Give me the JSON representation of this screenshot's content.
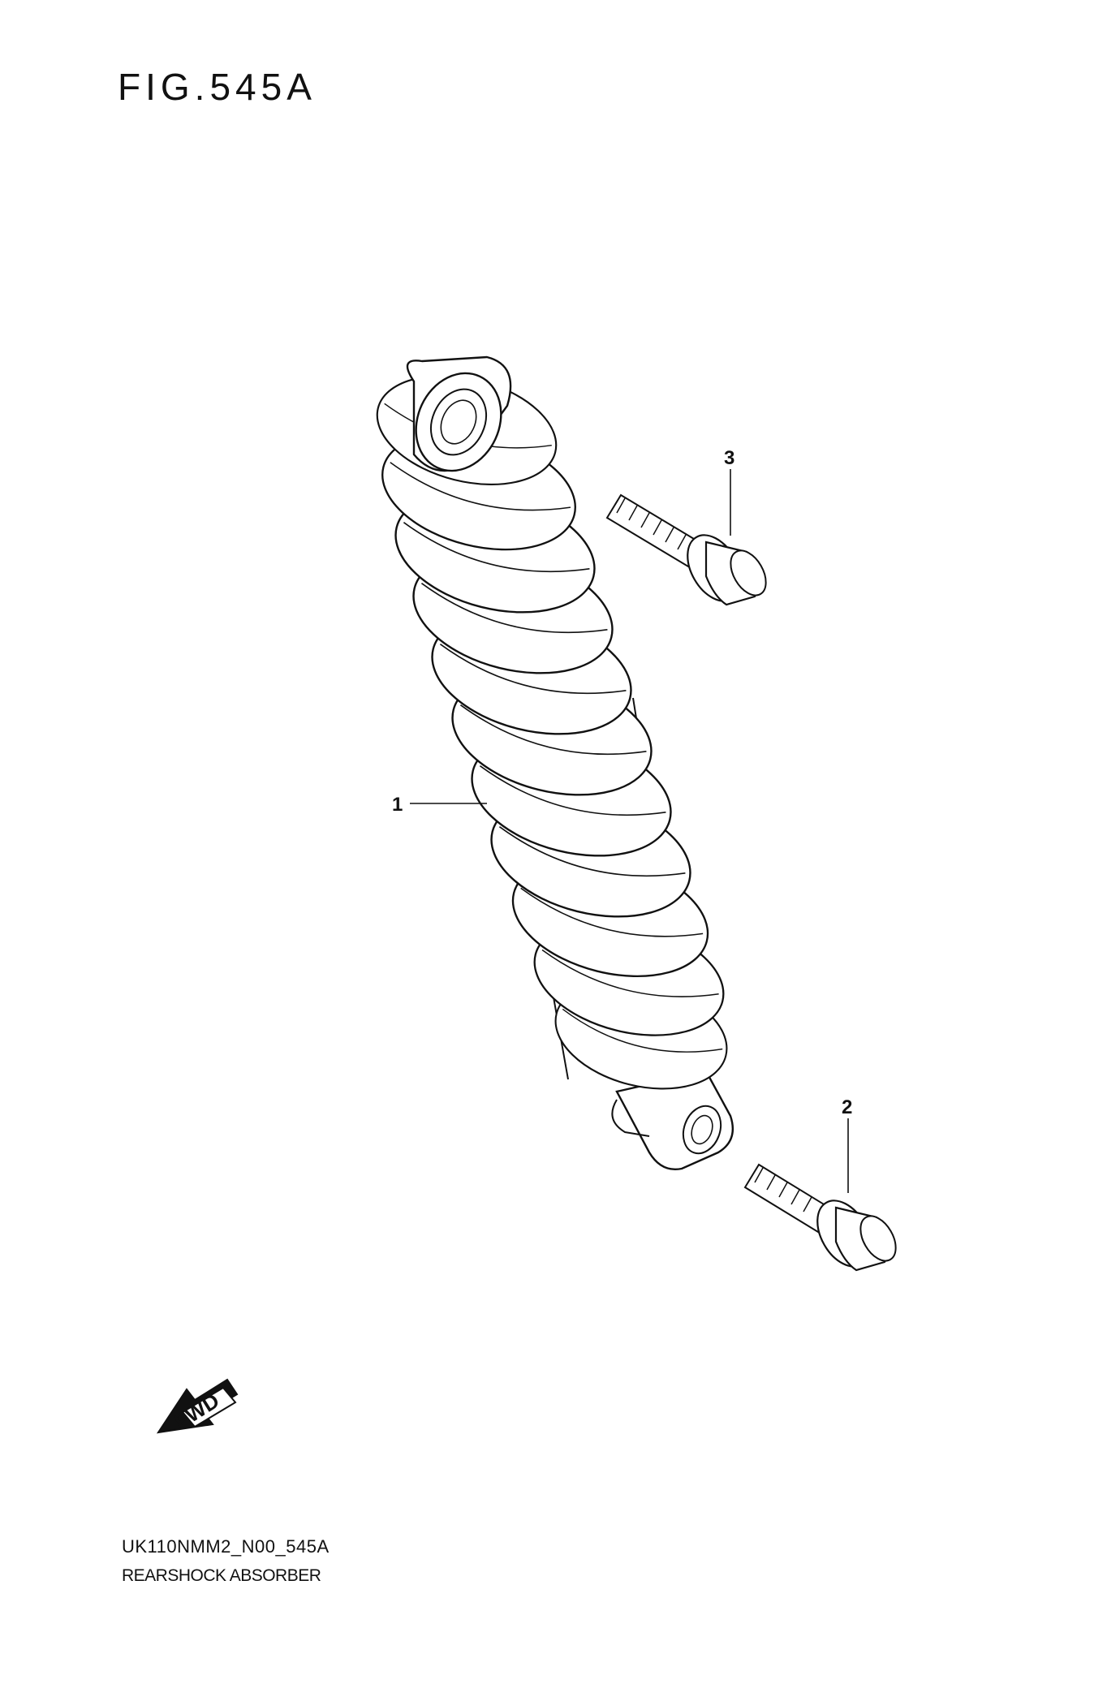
{
  "figure": {
    "title": "FIG.545A"
  },
  "callouts": [
    {
      "number": "1",
      "part": "shock-absorber"
    },
    {
      "number": "2",
      "part": "lower-bolt"
    },
    {
      "number": "3",
      "part": "upper-bolt"
    }
  ],
  "direction_marker": {
    "label": "FWD",
    "icon": "fwd-arrow-icon"
  },
  "footer": {
    "code": "UK110NMM2_N00_545A",
    "description": "REARSHOCK ABSORBER"
  }
}
